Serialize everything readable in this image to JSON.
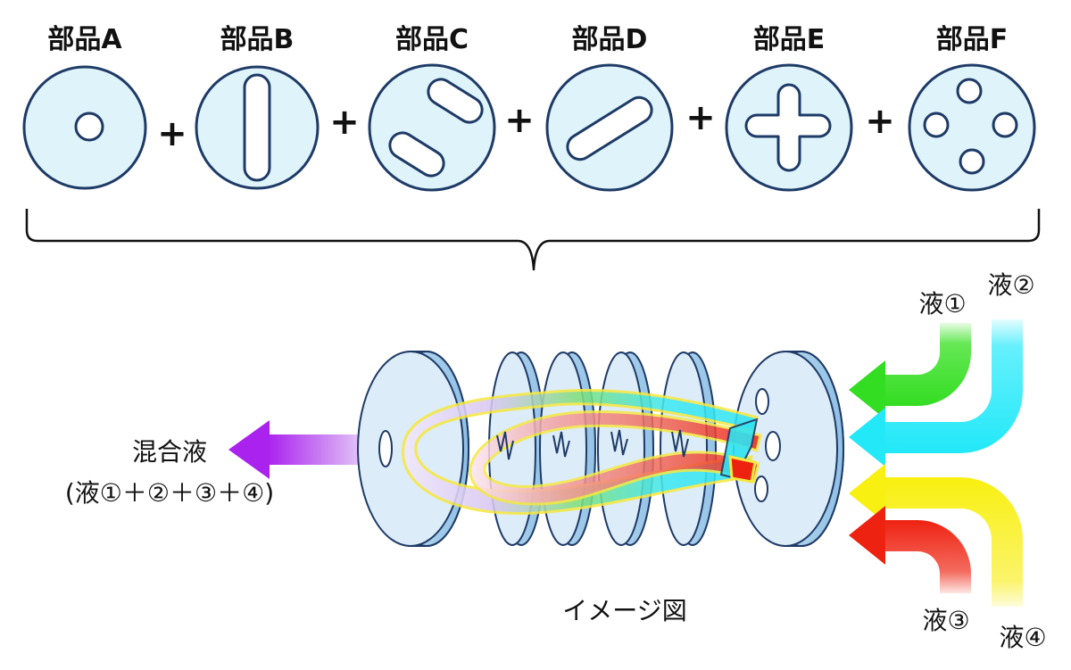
{
  "parts": [
    {
      "label": "部品A",
      "pattern": "center-hole"
    },
    {
      "label": "部品B",
      "pattern": "vertical-slot"
    },
    {
      "label": "部品C",
      "pattern": "two-diagonal-slots"
    },
    {
      "label": "部品D",
      "pattern": "diagonal-slot"
    },
    {
      "label": "部品E",
      "pattern": "cross"
    },
    {
      "label": "部品F",
      "pattern": "four-holes"
    }
  ],
  "operator": "+",
  "liquids": [
    {
      "label": "液①",
      "color": "#33dd22"
    },
    {
      "label": "液②",
      "color": "#22e8f8"
    },
    {
      "label": "液③",
      "color": "#ee2211"
    },
    {
      "label": "液④",
      "color": "#f8f010"
    }
  ],
  "output": {
    "label": "混合液",
    "formula": "(液①＋②＋③＋④)",
    "color": "#aa22ee"
  },
  "caption": "イメージ図",
  "colors": {
    "disk_fill": "#dff4fa",
    "disk_stroke": "#1e3a66",
    "cylinder_face": "#dcecf8",
    "cylinder_side": "#a8d0ec"
  }
}
